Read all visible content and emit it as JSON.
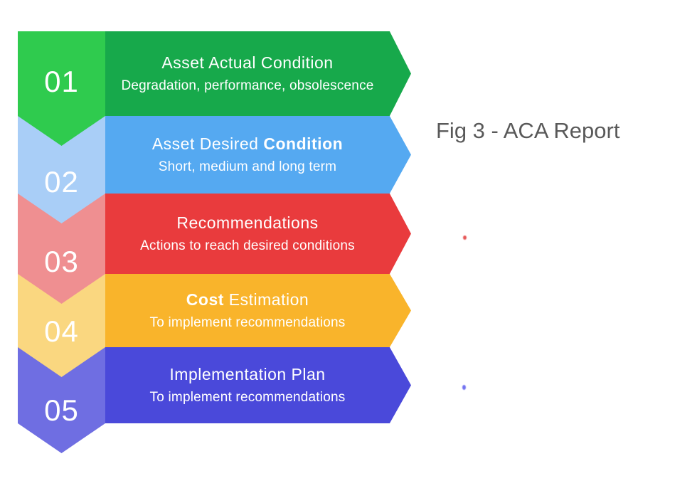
{
  "caption": {
    "text": "Fig 3 - ACA Report",
    "color": "#595959"
  },
  "steps": [
    {
      "number": "01",
      "title_parts": [
        {
          "text": "Asset Actual Condition",
          "bold": false
        }
      ],
      "subtitle": "Degradation, performance, obsolescence",
      "band_color": "#17A94B",
      "chevron_color": "#2FCB4E"
    },
    {
      "number": "02",
      "title_parts": [
        {
          "text": "Asset Desired ",
          "bold": false
        },
        {
          "text": "Condition",
          "bold": true
        }
      ],
      "subtitle": "Short, medium and long term",
      "band_color": "#55A9F1",
      "chevron_color": "#A9CEF7"
    },
    {
      "number": "03",
      "title_parts": [
        {
          "text": "Recommendations",
          "bold": false
        }
      ],
      "subtitle": "Actions to reach desired conditions",
      "band_color": "#E93B3D",
      "chevron_color": "#EF8F91"
    },
    {
      "number": "04",
      "title_parts": [
        {
          "text": "Cost",
          "bold": true
        },
        {
          "text": " Estimation",
          "bold": false
        }
      ],
      "subtitle": "To implement recommendations",
      "band_color": "#F9B42B",
      "chevron_color": "#FAD780"
    },
    {
      "number": "05",
      "title_parts": [
        {
          "text": "Implementation Plan",
          "bold": false
        }
      ],
      "subtitle": "To implement recommendations",
      "band_color": "#4A49DA",
      "chevron_color": "#6F6EE2"
    }
  ],
  "markers": [
    {
      "name": "red-dot",
      "color": "#E23B3B"
    },
    {
      "name": "blue-dot",
      "color": "#5A5AEE"
    }
  ]
}
